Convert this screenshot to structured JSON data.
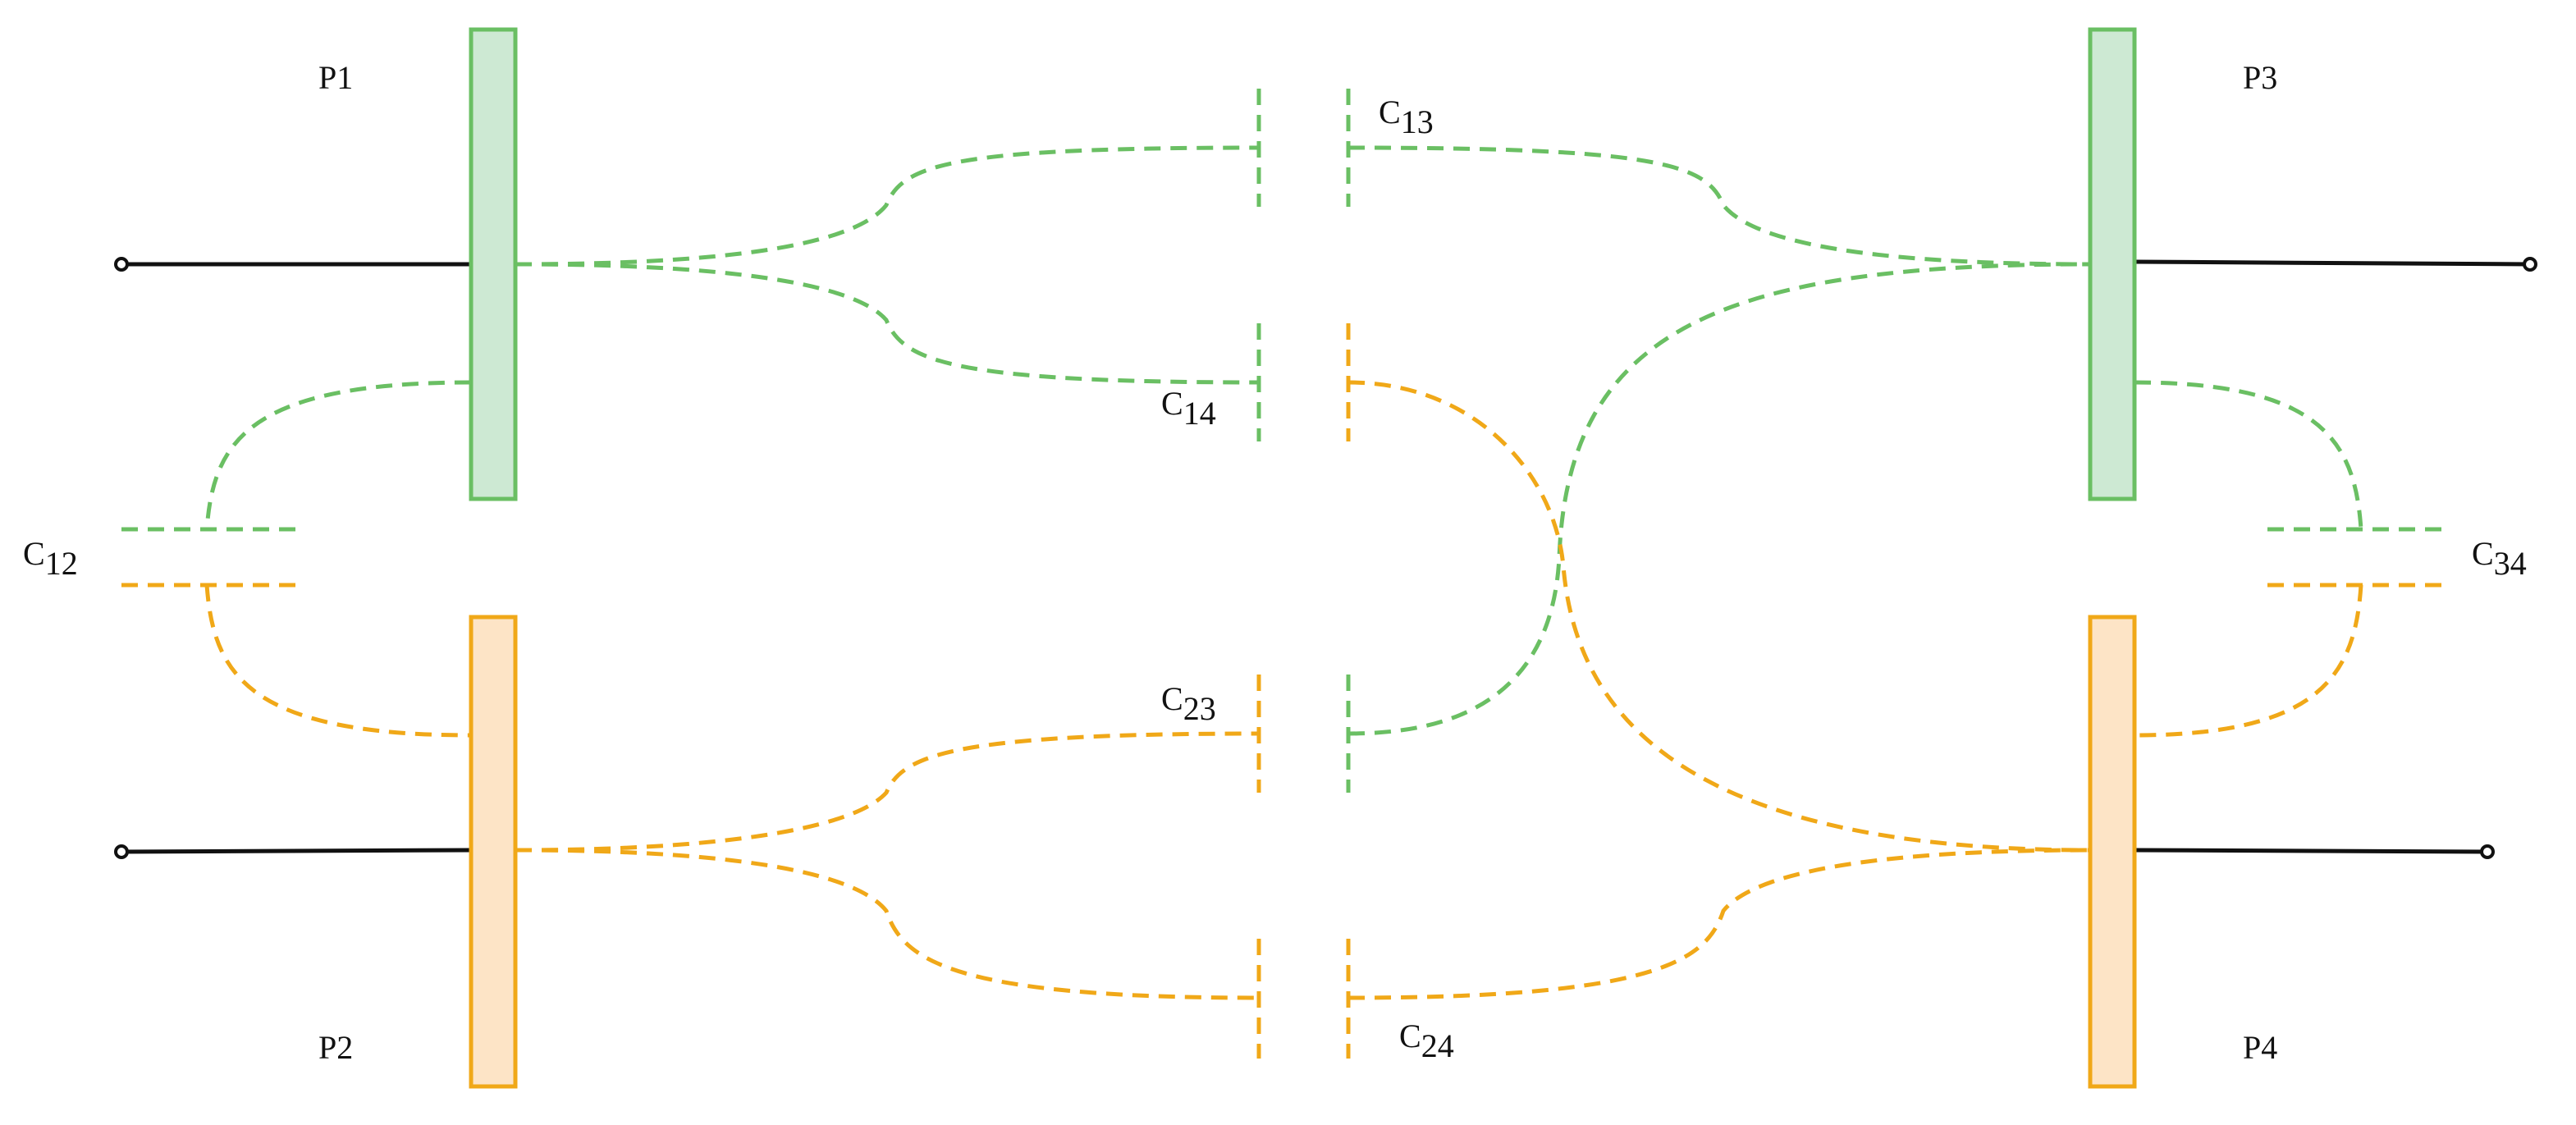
{
  "colors": {
    "green_stroke": "#6abf63",
    "green_fill": "#cde9d3",
    "orange_stroke": "#f0a818",
    "orange_fill": "#fde4c6",
    "wire": "#111111"
  },
  "plates": {
    "p1": "P1",
    "p2": "P2",
    "p3": "P3",
    "p4": "P4"
  },
  "capacitors": {
    "c12": {
      "base": "C",
      "sub": "12"
    },
    "c13": {
      "base": "C",
      "sub": "13"
    },
    "c14": {
      "base": "C",
      "sub": "14"
    },
    "c23": {
      "base": "C",
      "sub": "23"
    },
    "c24": {
      "base": "C",
      "sub": "24"
    },
    "c34": {
      "base": "C",
      "sub": "34"
    }
  }
}
